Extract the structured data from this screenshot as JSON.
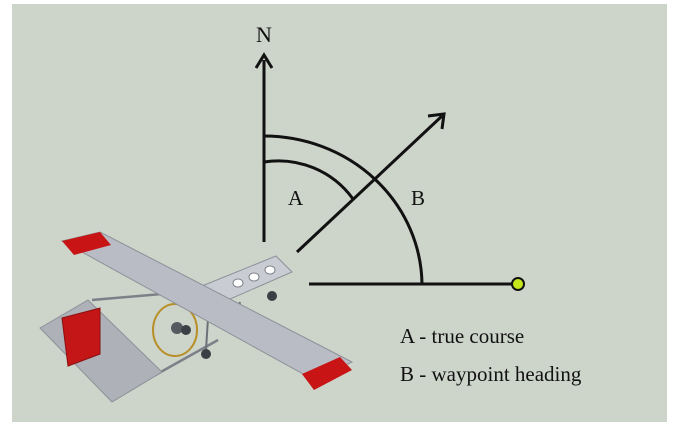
{
  "diagram": {
    "north_label": "N",
    "angle_a_label": "A",
    "angle_b_label": "B",
    "legend": {
      "line_a": "A - true course",
      "line_b": "B - waypoint heading"
    }
  },
  "colors": {
    "background": "#cdd4ca",
    "lines": "#111111",
    "waypoint": "#c6e61c",
    "wing": "#b9bcc4",
    "wingtip": "#c81414"
  },
  "icons": {
    "aircraft": "uav-aircraft-icon",
    "waypoint": "waypoint-dot-icon"
  }
}
